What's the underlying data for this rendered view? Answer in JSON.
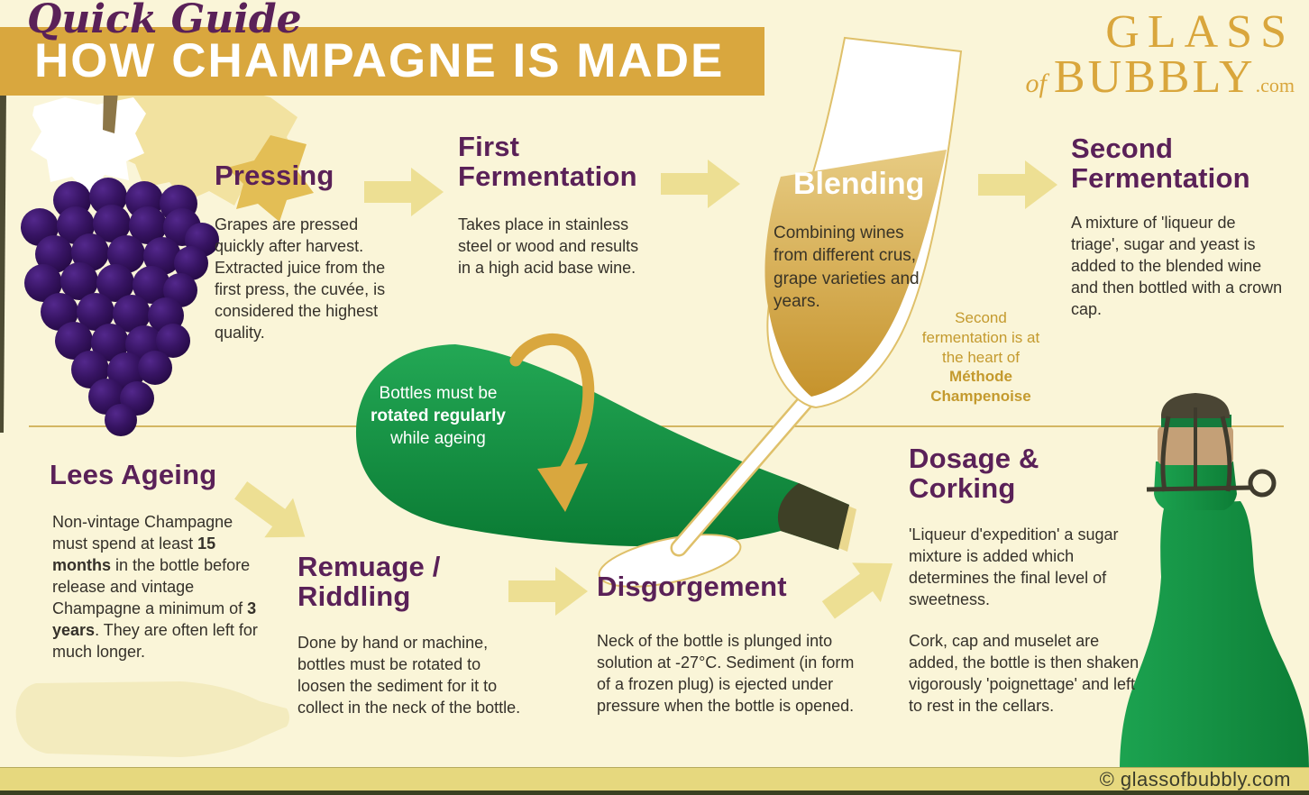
{
  "page": {
    "eyebrow": "Quick Guide",
    "title": "HOW CHAMPAGNE IS MADE"
  },
  "logo": {
    "glass": "GLASS",
    "of": "of",
    "bubbly": "BUBBLY",
    "tld": ".com"
  },
  "steps": {
    "pressing": {
      "title": "Pressing",
      "body": "Grapes are pressed quickly after harvest. Extracted juice from the first press, the cuvée, is considered the highest quality."
    },
    "first_fermentation": {
      "title": "First Fermentation",
      "body": "Takes place in stainless steel or wood and results in a high acid base wine."
    },
    "blending": {
      "title": "Blending",
      "body": "Combining wines from different crus, grape varieties and years."
    },
    "second_fermentation": {
      "title": "Second Fermentation",
      "body": "A mixture of 'liqueur de triage', sugar and yeast is added to the blended wine and then bottled with a crown cap."
    },
    "lees_ageing": {
      "title": "Lees Ageing",
      "segments": [
        {
          "text": "Non-vintage Champagne must spend at least ",
          "bold": false
        },
        {
          "text": "15 months",
          "bold": true
        },
        {
          "text": " in the bottle before release and vintage Champagne a minimum of ",
          "bold": false
        },
        {
          "text": "3 years",
          "bold": true
        },
        {
          "text": ". They are often left for much longer.",
          "bold": false
        }
      ]
    },
    "remuage": {
      "title": "Remuage / Riddling",
      "body": "Done by hand or machine, bottles must be rotated to loosen the sediment for it to collect in the neck of the bottle."
    },
    "disgorgement": {
      "title": "Disgorgement",
      "body": "Neck of the bottle is plunged into solution at -27°C. Sediment (in form of a frozen plug) is ejected under pressure when the bottle is opened."
    },
    "dosage_corking": {
      "title": "Dosage & Corking",
      "body1": "'Liqueur d'expedition' a sugar mixture is added which determines the final level of sweetness.",
      "body2": "Cork, cap and muselet are added, the bottle is then shaken vigorously 'poignettage' and left to rest in the cellars."
    }
  },
  "callouts": {
    "bottle_note": {
      "pre": "Bottles must be ",
      "bold": "rotated regularly",
      "post": " while ageing"
    },
    "methode": {
      "pre": "Second fermentation is at the heart of",
      "bold": "Méthode Champenoise"
    }
  },
  "footer": {
    "copyright": "© glassofbubbly.com"
  },
  "colors": {
    "background": "#faf5d8",
    "banner_gold": "#d9a73e",
    "heading_purple": "#5a2158",
    "accent_gold": "#c49a2e",
    "arrow_gold": "#eddf93",
    "bottle_green": "#149447",
    "grape_purple": "#371463",
    "footer_bar": "#e6d87e"
  }
}
